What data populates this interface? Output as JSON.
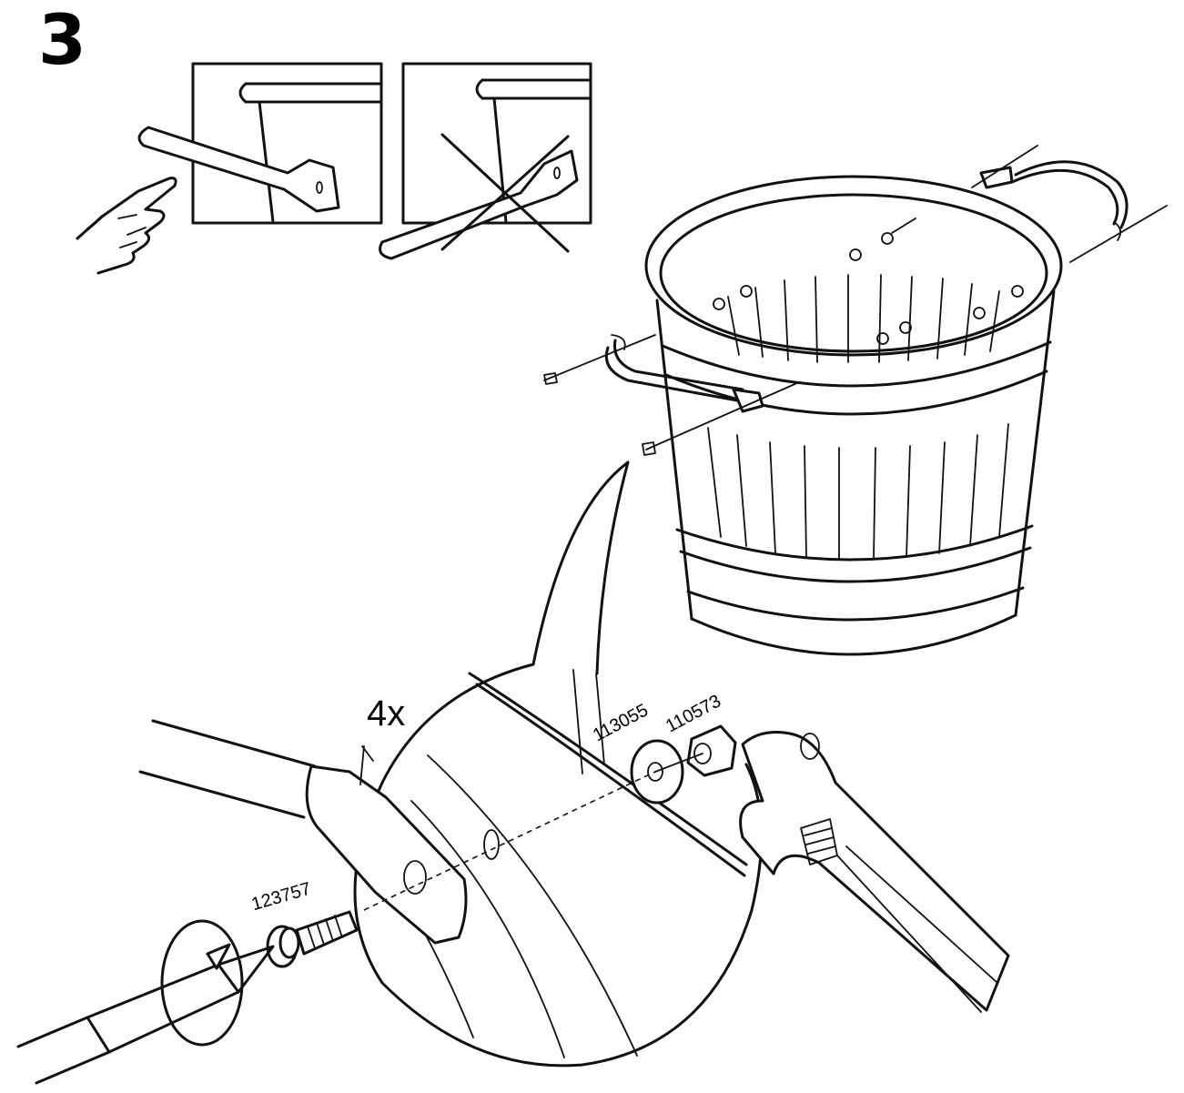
{
  "step": {
    "number": "3"
  },
  "detail": {
    "quantity": "4x"
  },
  "parts": [
    {
      "id": "bolt",
      "number": "123757"
    },
    {
      "id": "washer",
      "number": "113055"
    },
    {
      "id": "nut",
      "number": "110573"
    }
  ],
  "icons": {
    "pointing_hand": "pointing-hand-icon",
    "wrong_mark": "cross-out-icon",
    "rotate": "clockwise-arrow-icon"
  },
  "colors": {
    "ink": "#111111",
    "paper": "#ffffff"
  }
}
